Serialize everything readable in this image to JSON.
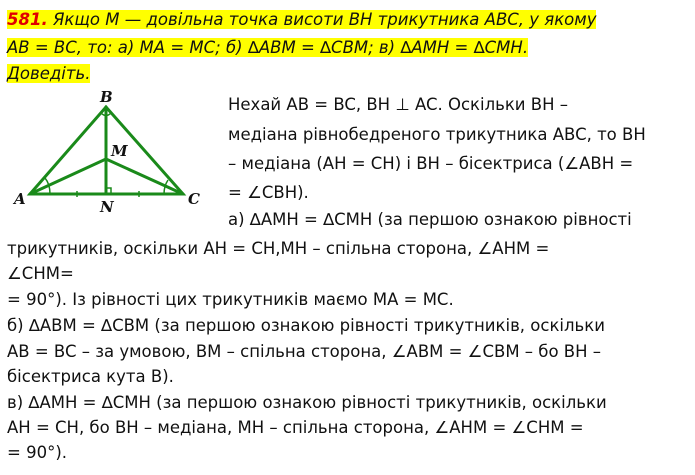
{
  "problem": {
    "number": "581.",
    "line1": " Якщо M — довільна точка висоти BH трикутника ABC, у якому",
    "line2": "AB = BC, то: а) MA = MC; б) ∆ABM = ∆CBM; в) ∆AMH = ∆CMH.",
    "line3": "Доведіть."
  },
  "diagram": {
    "labels": {
      "A": "A",
      "B": "B",
      "C": "C",
      "M": "M",
      "N": "N"
    },
    "color": "#1a8a1a"
  },
  "solution": {
    "lines": [
      "Нехай AB = BC, BH ⊥ AC. Оскільки BH –",
      "медіана рівнобедреного трикутника ABC, то BH",
      "– медіана (AH = CH) і BH – бісектриса (∠ABH =",
      "= ∠CBH).",
      "а) ∆AMH = ∆CMH (за першою ознакою рівності",
      "трикутників, оскільки AH = CH,MH – спільна сторона, ∠AHM =",
      "∠CHM=",
      "= 90°). Із рівності цих трикутників маємо MA = MC.",
      "б) ∆ABM = ∆CBM (за першою ознакою рівності трикутників, оскільки",
      "AB = BC – за умовою, BM – спільна сторона, ∠ABM = ∠CBM – бо BH –",
      "бісектриса кута B).",
      "в) ∆AMH = ∆CMH (за першою ознакою рівності трикутників, оскільки",
      "AH = CH, бо BH – медіана, MH – спільна сторона, ∠AHM = ∠CHM =",
      "= 90°)."
    ]
  }
}
